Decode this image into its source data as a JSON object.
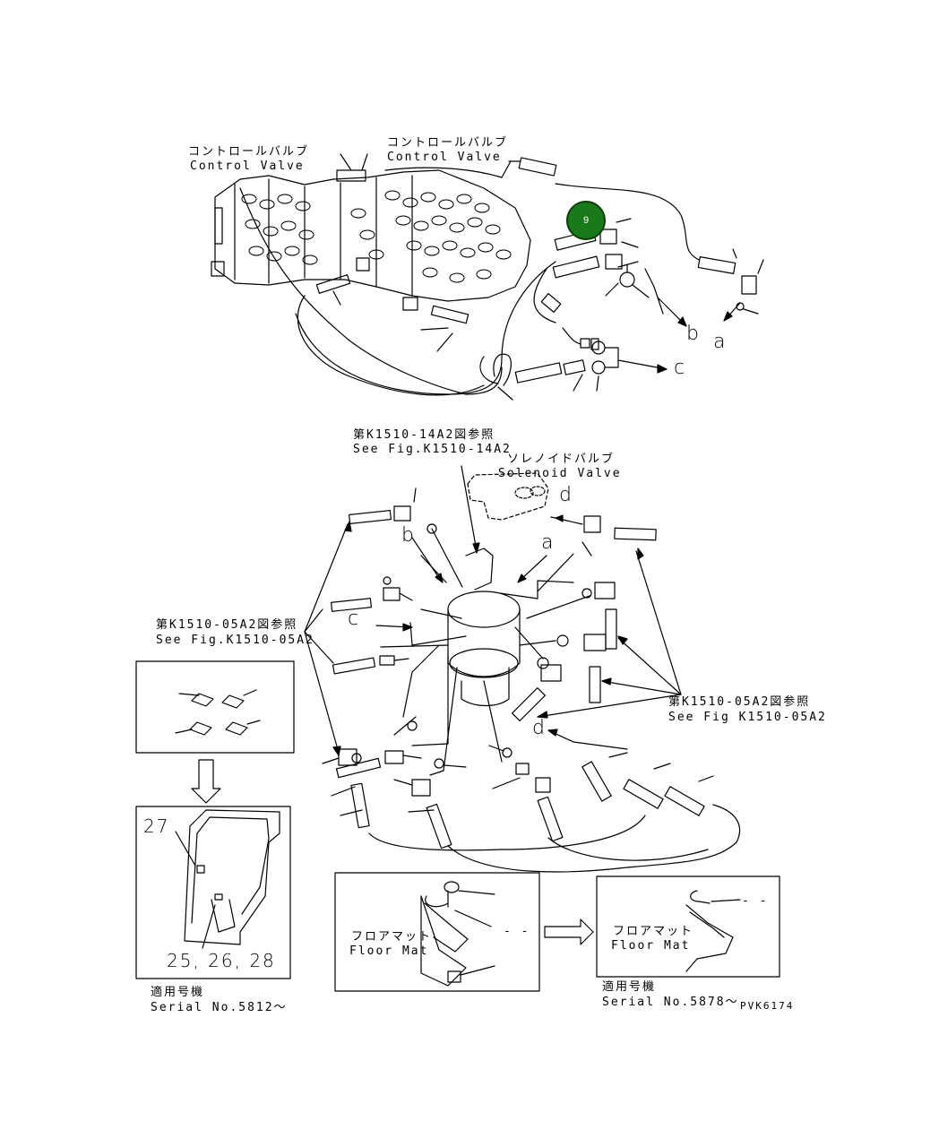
{
  "labels": {
    "cv_jp_left": "コントロールバルブ",
    "cv_en_left": "Control Valve",
    "cv_jp_right": "コントロールバルブ",
    "cv_en_right": "Control Valve",
    "ref_14a2_jp": "第K1510-14A2図参照",
    "ref_14a2_en": "See Fig.K1510-14A2",
    "solenoid_jp": "ソレノイドバルブ",
    "solenoid_en": "Solenoid Valve",
    "ref_05a2_left_jp": "第K1510-05A2図参照",
    "ref_05a2_left_en": "See Fig.K1510-05A2",
    "ref_05a2_right_jp": "第K1510-05A2図参照",
    "ref_05a2_right_en": "See Fig K1510-05A2",
    "floor_mat_jp_1": "フロアマット",
    "floor_mat_en_1": "Floor Mat",
    "floor_mat_jp_2": "フロアマット",
    "floor_mat_en_2": "Floor Mat",
    "applicable_jp_1": "適用号機",
    "serial_1": "Serial No.5812～",
    "applicable_jp_2": "適用号機",
    "serial_2": "Serial No.5878～",
    "drawing_code": "PVK6174",
    "dash_1": "- -",
    "dash_2": "- -"
  },
  "connection_letters": {
    "b_top": "b",
    "a_top": "a",
    "c_top": "c",
    "b_mid": "b",
    "a_mid": "a",
    "c_mid": "c",
    "d_mid": "d",
    "d_low": "d"
  },
  "part_numbers": {
    "p27": "27",
    "p25_26_28": "25, 26, 28"
  },
  "callout": {
    "number": "9",
    "color": "#1a7a1a"
  }
}
